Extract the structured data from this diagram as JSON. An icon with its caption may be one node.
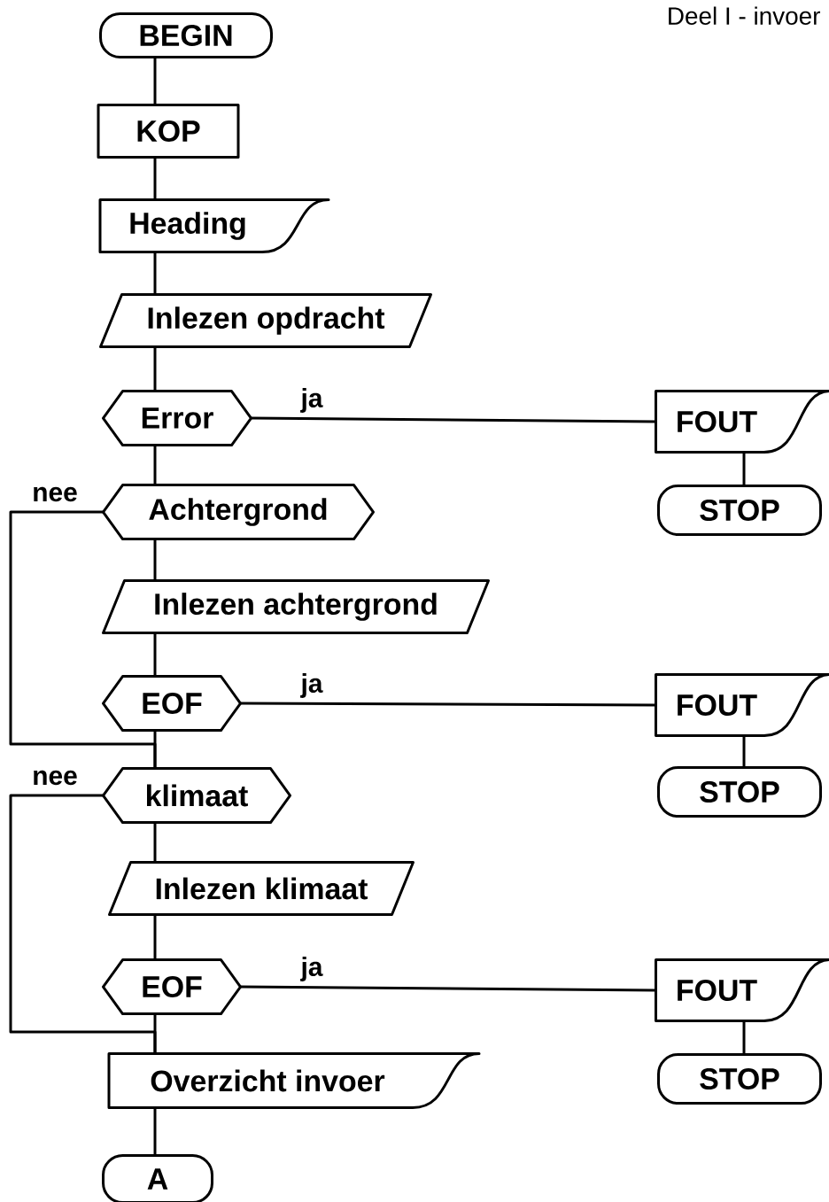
{
  "diagram": {
    "nodes": [
      {
        "text": [
          "BEGIN"
        ]
      },
      {
        "text": [
          "KOP"
        ]
      },
      {
        "text": [
          "Heading"
        ]
      },
      {
        "text": [
          "Inlezen opdracht"
        ]
      },
      {
        "text": [
          "Error"
        ]
      },
      {
        "text": [
          "FOUT"
        ]
      },
      {
        "text": [
          "STOP"
        ]
      },
      {
        "text": [
          "Achtergrond"
        ]
      },
      {
        "text": [
          "Inlezen achtergrond"
        ]
      },
      {
        "text": [
          "EOF"
        ]
      },
      {
        "text": [
          "FOUT"
        ]
      },
      {
        "text": [
          "STOP"
        ]
      },
      {
        "text": [
          "klimaat"
        ]
      },
      {
        "text": [
          "Inlezen klimaat"
        ]
      },
      {
        "text": [
          "EOF"
        ]
      },
      {
        "text": [
          "FOUT"
        ]
      },
      {
        "text": [
          "STOP"
        ]
      },
      {
        "text": [
          "Overzicht invoer"
        ]
      },
      {
        "text": [
          "A"
        ]
      }
    ],
    "edges": [
      {
        "from": 0,
        "to": 1,
        "arrow": "none"
      },
      {
        "from": 1,
        "to": 2,
        "arrow": "none"
      },
      {
        "from": 2,
        "to": 3,
        "arrow": "none"
      },
      {
        "from": 3,
        "to": 4,
        "arrow": "none"
      },
      {
        "from": 4,
        "to": 5,
        "arrow": "none",
        "label": "ja"
      },
      {
        "from": 5,
        "to": 6,
        "arrow": "none"
      },
      {
        "from": 4,
        "to": 7,
        "arrow": "none"
      },
      {
        "from": 7,
        "to": 8,
        "arrow": "none"
      },
      {
        "from": 7,
        "to": 12,
        "arrow": "none",
        "label": "nee"
      },
      {
        "from": 8,
        "to": 9,
        "arrow": "none"
      },
      {
        "from": 9,
        "to": 10,
        "arrow": "none",
        "label": "ja"
      },
      {
        "from": 10,
        "to": 11,
        "arrow": "none"
      },
      {
        "from": 9,
        "to": 12,
        "arrow": "none"
      },
      {
        "from": 12,
        "to": 13,
        "arrow": "none"
      },
      {
        "from": 12,
        "to": 17,
        "arrow": "none",
        "label": "nee"
      },
      {
        "from": 13,
        "to": 14,
        "arrow": "none"
      },
      {
        "from": 14,
        "to": 15,
        "arrow": "none",
        "label": "ja"
      },
      {
        "from": 15,
        "to": 16,
        "arrow": "none"
      },
      {
        "from": 14,
        "to": 17,
        "arrow": "none"
      },
      {
        "from": 17,
        "to": 18,
        "arrow": "none"
      }
    ],
    "labels": [
      "Deel I - invoer"
    ]
  }
}
